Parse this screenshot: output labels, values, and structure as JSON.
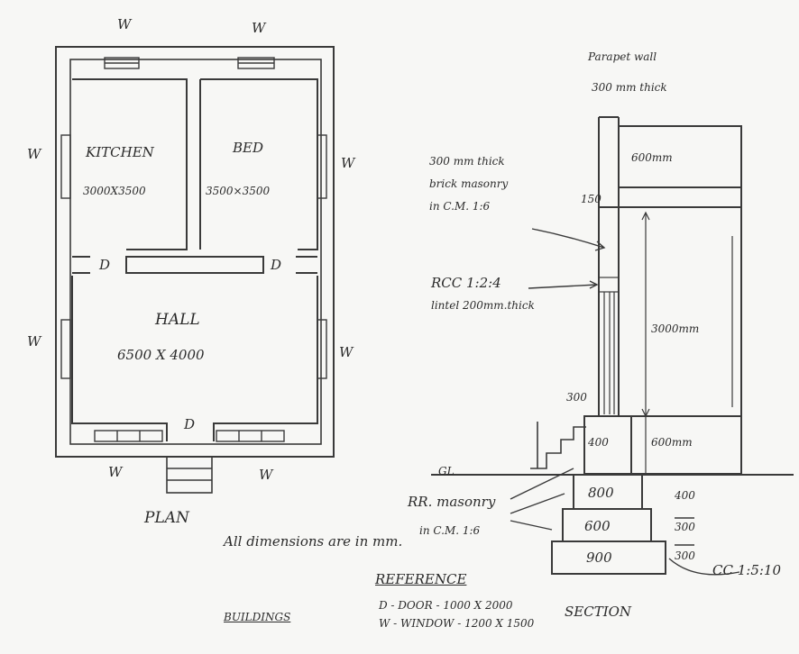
{
  "plan": {
    "rooms": [
      {
        "name": "KITCHEN",
        "size": "3000X3500"
      },
      {
        "name": "BED",
        "size": "3500×3500"
      },
      {
        "name": "HALL",
        "size": "6500 X 4000"
      }
    ],
    "window_marks": [
      "W",
      "W",
      "W",
      "W",
      "W",
      "W",
      "W",
      "W"
    ],
    "door_marks": [
      "D",
      "D",
      "D"
    ],
    "title": "PLAN"
  },
  "section": {
    "parapet": "Parapet wall",
    "parapet_thick": "300 mm thick",
    "brick_1": "300 mm thick",
    "brick_2": "brick masonry",
    "brick_3": "in C.M. 1:6",
    "rcc_1": "RCC 1:2:4",
    "rcc_2": "lintel 200mm.thick",
    "dim_600_top": "600mm",
    "dim_150": "150",
    "dim_3000": "3000mm",
    "dim_300_step": "300",
    "dim_400": "400",
    "dim_600_plinth": "600mm",
    "gl": "GL",
    "rr_1": "RR. masonry",
    "rr_2": "in C.M. 1:6",
    "footing_800": "800",
    "footing_600": "600",
    "footing_900": "900",
    "depth_400": "400",
    "depth_300a": "300",
    "depth_300b": "300",
    "cc": "CC 1:5:10",
    "title": "SECTION"
  },
  "notes": {
    "all_dims": "All dimensions are in mm.",
    "reference_title": "REFERENCE",
    "door": "D - DOOR - 1000 X 2000",
    "window": "W - WINDOW - 1200 X 1500",
    "buildings": "BUILDINGS"
  }
}
